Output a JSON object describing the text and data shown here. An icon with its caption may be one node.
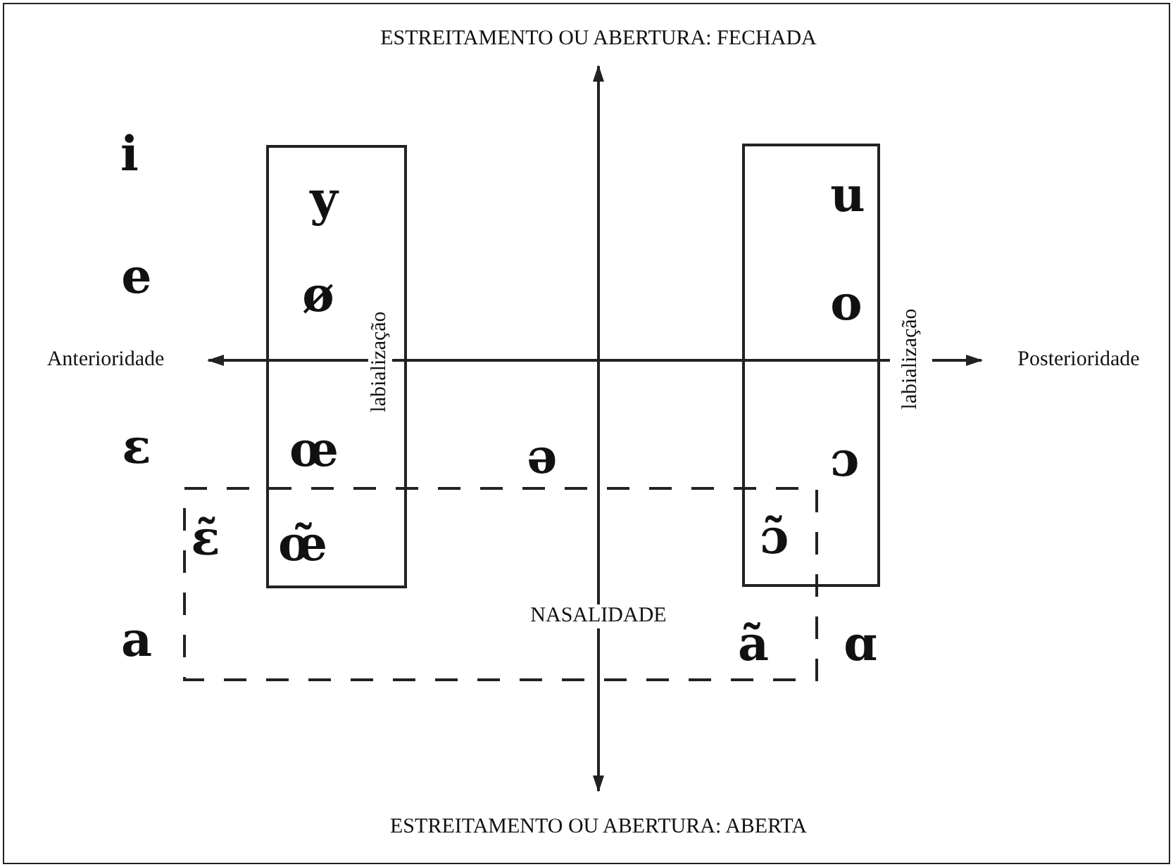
{
  "diagram": {
    "nodes": [
      {
        "text": [
          "y",
          "ø",
          "œ",
          "œ̃",
          "labialização"
        ]
      },
      {
        "text": [
          "u",
          "o",
          "ɔ",
          "ɔ̃"
        ],
        "beside": [
          "labialização"
        ]
      },
      {
        "text": [
          "ɛ̃",
          "NASALIDADE",
          "ã"
        ]
      }
    ],
    "labels": [
      "ESTREITAMENTO OU ABERTURA: FECHADA",
      "i",
      "e",
      "Anterioridade",
      "Posterioridade",
      "ɛ",
      "ə",
      "a",
      "ɑ",
      "ESTREITAMENTO OU ABERTURA: ABERTA"
    ]
  }
}
